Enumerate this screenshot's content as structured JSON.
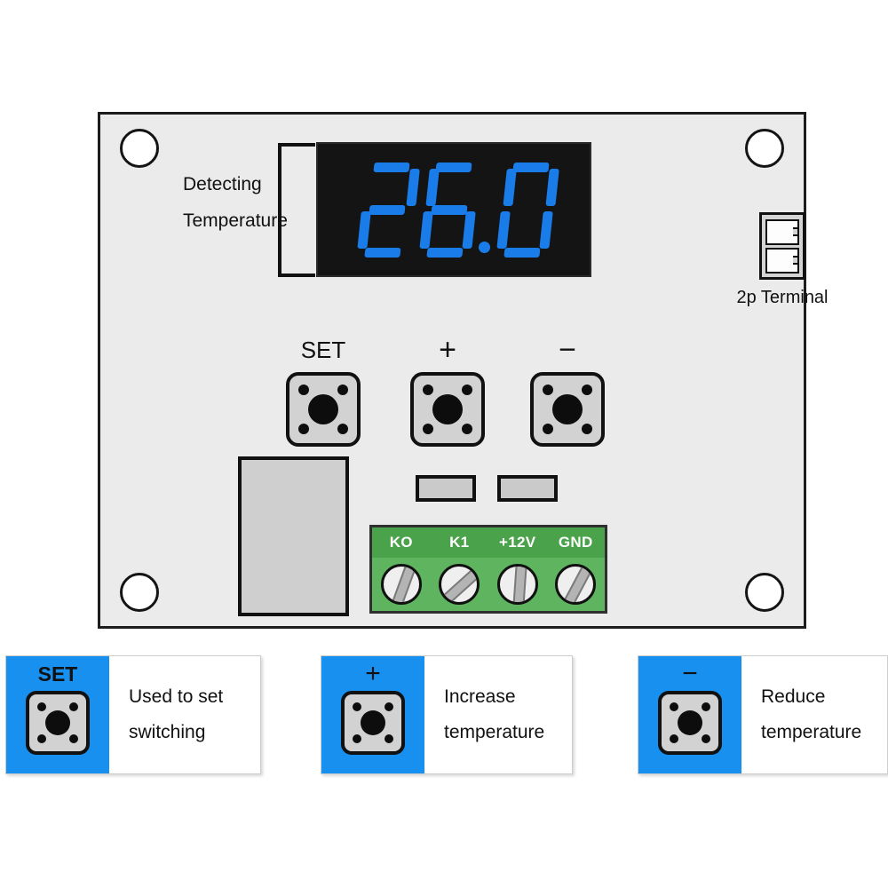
{
  "board": {
    "display": {
      "value": "26.0",
      "digits": [
        "2",
        "6",
        "0"
      ],
      "decimal_after_index": 1,
      "segment_color": "#1a7ce8",
      "panel_color": "#141414"
    },
    "detect_label": {
      "line1": "Detecting",
      "line2": "Temperature"
    },
    "terminal_2p": {
      "label": "2p Terminal"
    },
    "buttons": [
      {
        "name": "set",
        "caption": "SET"
      },
      {
        "name": "plus",
        "caption": "+"
      },
      {
        "name": "minus",
        "caption": "−"
      }
    ],
    "screw_terminal": {
      "labels": [
        "KO",
        "K1",
        "+12V",
        "GND"
      ],
      "body_color": "#5fb45f"
    }
  },
  "legend": {
    "accent_color": "#1890f0",
    "cards": [
      {
        "symbol": "SET",
        "line1": "Used to set",
        "line2": "switching"
      },
      {
        "symbol": "+",
        "line1": "Increase",
        "line2": "temperature"
      },
      {
        "symbol": "−",
        "line1": "Reduce",
        "line2": "temperature"
      }
    ]
  }
}
